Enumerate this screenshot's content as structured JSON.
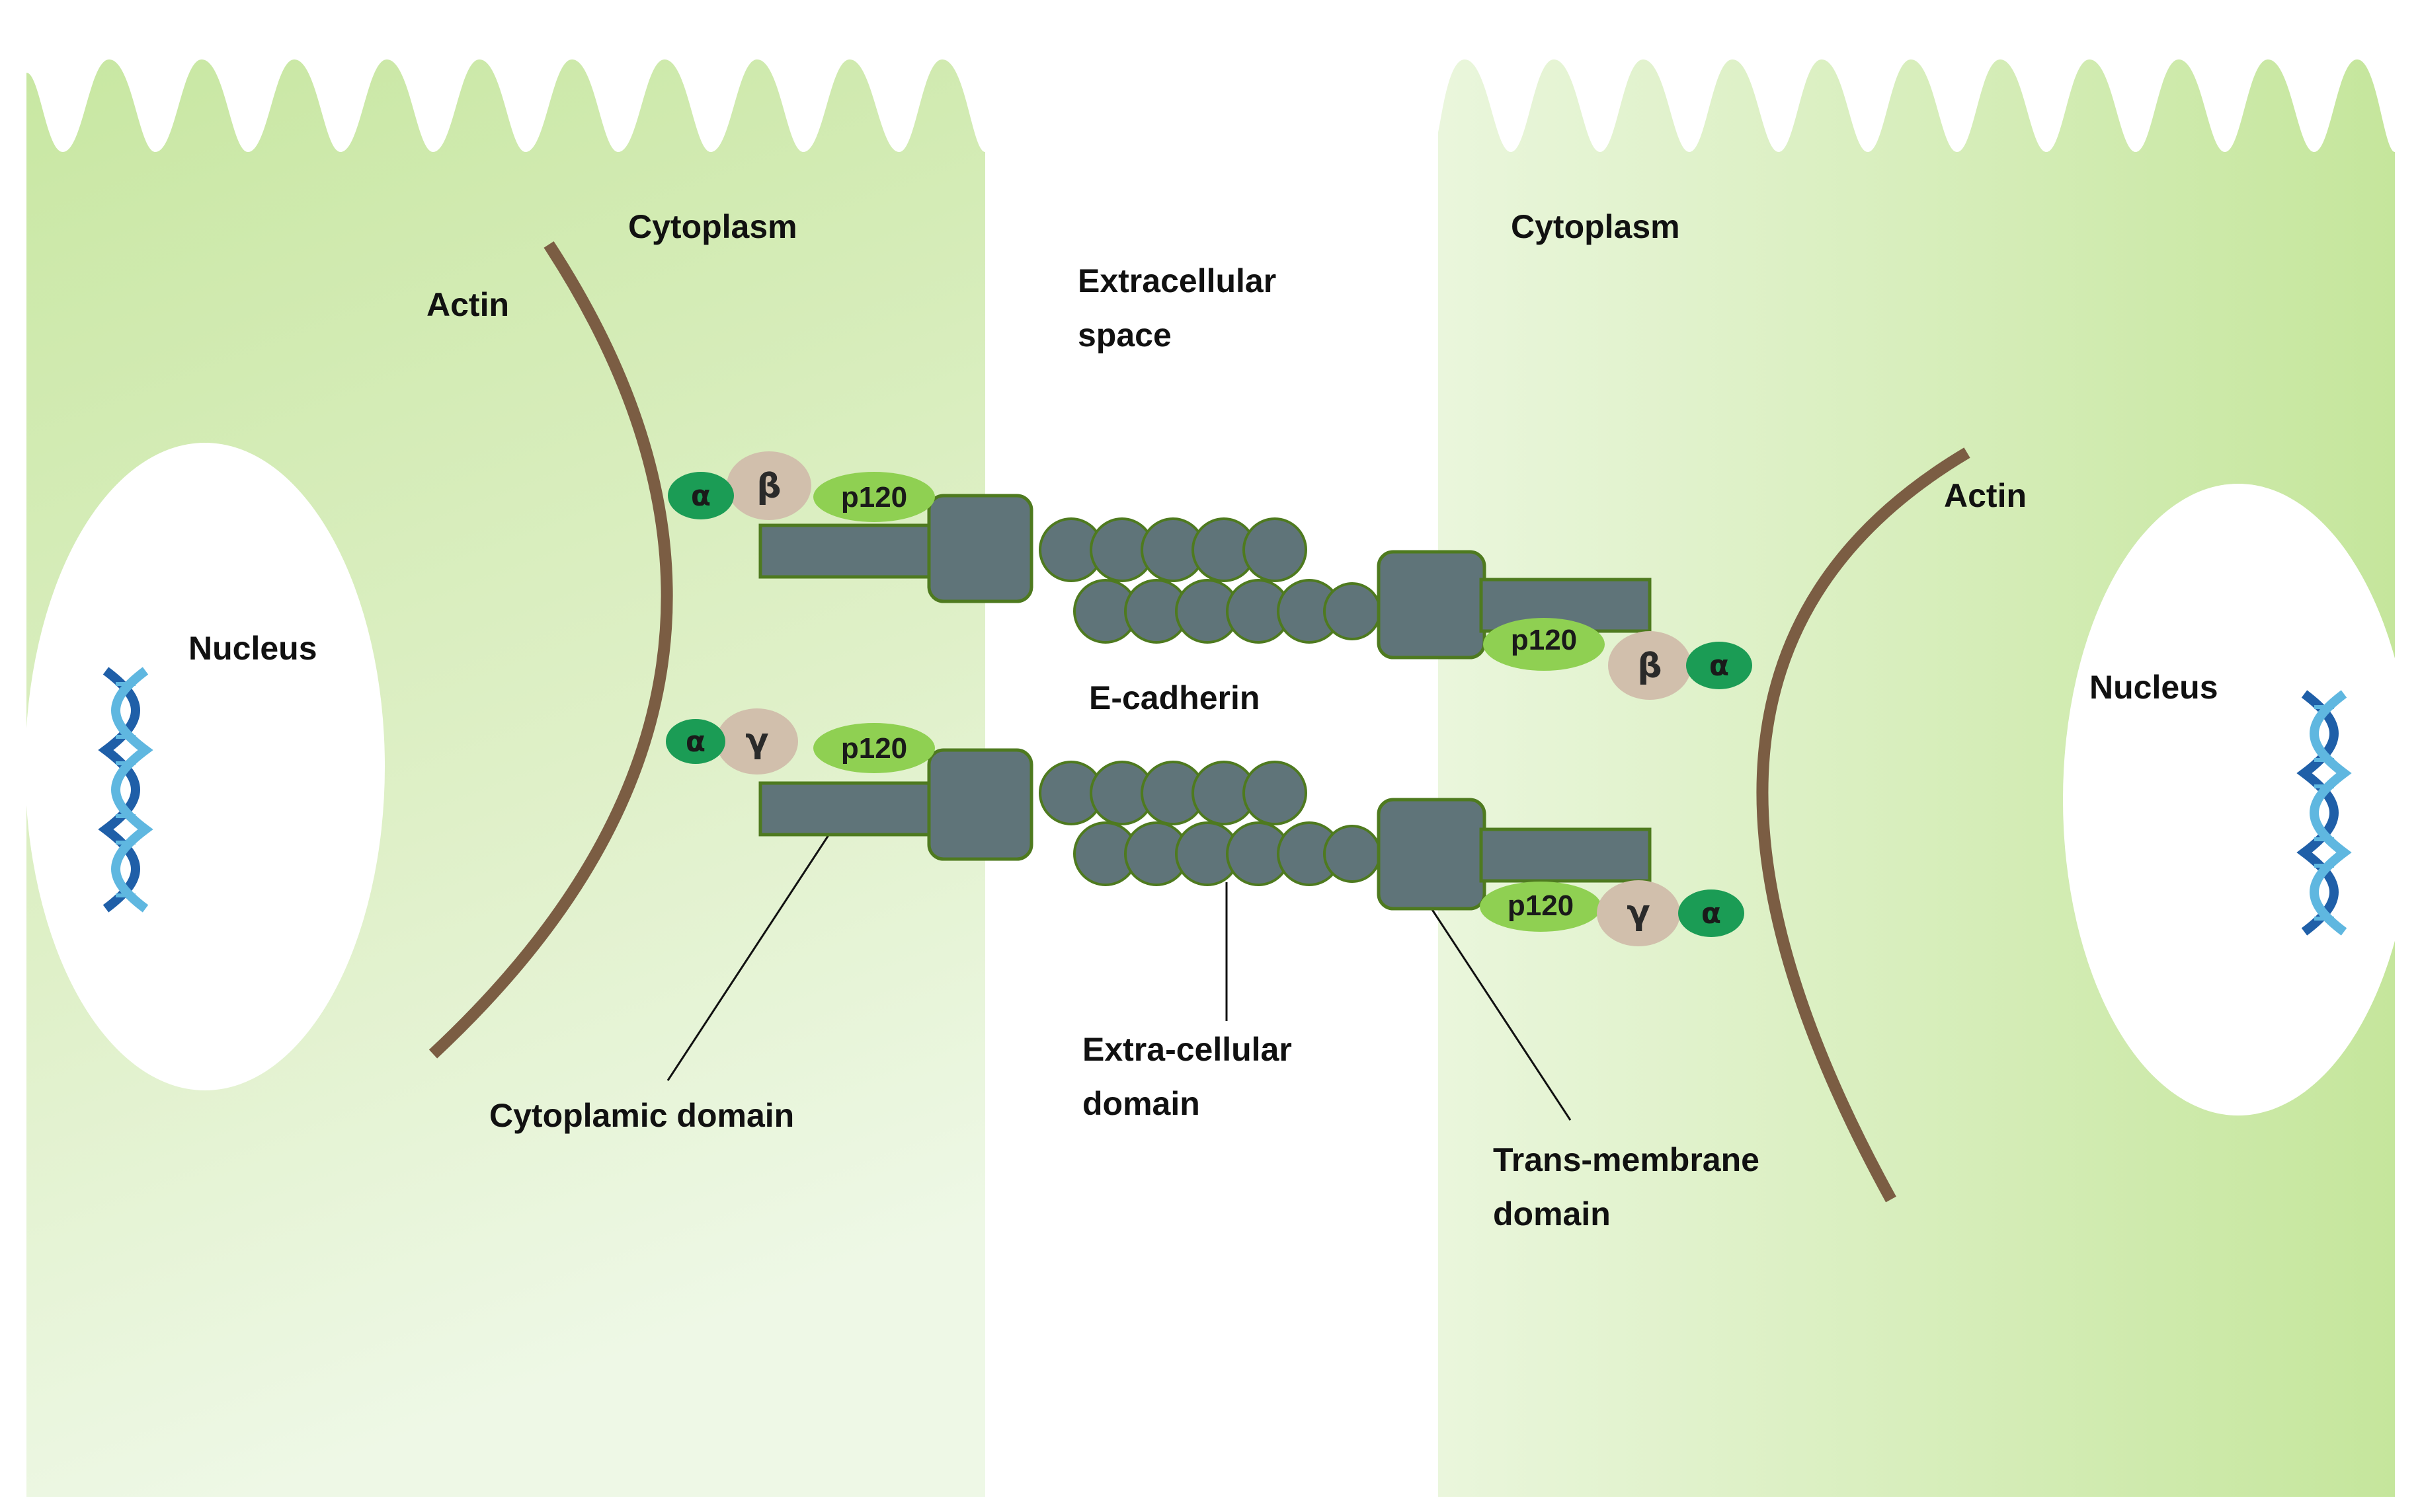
{
  "colors": {
    "cell_fill_light": "#eef7e2",
    "cell_fill_dark": "#c3e59a",
    "actin": "#7b5d43",
    "cadherin": "#5f7479",
    "cadherin_outline": "#4e7a1f",
    "p120": "#8fd052",
    "alpha": "#1b9c55",
    "beta_gamma": "#d1bfac",
    "dna_dark": "#1f5fa8",
    "dna_light": "#5fb7e0"
  },
  "labels": {
    "left_cytoplasm": "Cytoplasm",
    "right_cytoplasm": "Cytoplasm",
    "extracellular": [
      "Extracellular",
      "space"
    ],
    "left_actin": "Actin",
    "right_actin": "Actin",
    "left_nucleus": "Nucleus",
    "right_nucleus": "Nucleus",
    "ecadherin": "E-cadherin",
    "cytoplasmic_domain": "Cytoplamic domain",
    "extracellular_domain": [
      "Extra-cellular",
      "domain"
    ],
    "transmembrane_domain": [
      "Trans-membrane",
      "domain"
    ]
  },
  "proteins": {
    "alpha": "α",
    "beta": "β",
    "gamma": "γ",
    "p120": "p120"
  },
  "icons": {
    "dna": "dna-helix-icon"
  }
}
